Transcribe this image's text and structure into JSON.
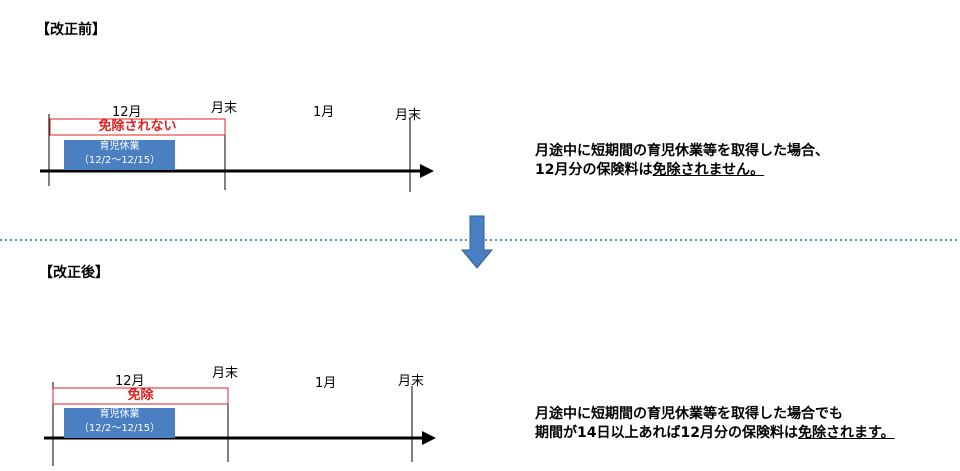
{
  "before": {
    "heading": "【改正前】",
    "month1": "12月",
    "month_end1": "月末",
    "month2": "1月",
    "month_end2": "月末",
    "status": "免除されない",
    "leave_title": "育児休業",
    "leave_range": "（12/2～12/15）",
    "desc_line1": "月途中に短期間の育児休業等を取得した場合、",
    "desc_line2_a": "12月分の保険料は",
    "desc_line2_b": "免除されません。"
  },
  "after": {
    "heading": "【改正後】",
    "month1": "12月",
    "month_end1": "月末",
    "month2": "1月",
    "month_end2": "月末",
    "status": "免除",
    "leave_title": "育児休業",
    "leave_range": "（12/2～12/15）",
    "desc_line1": "月途中に短期間の育児休業等を取得した場合でも",
    "desc_line2_a": "期間が14日以上あれば12月分の保険料は",
    "desc_line2_b": "免除されます。"
  },
  "colors": {
    "status_red": "#e0201f",
    "leave_blue": "#4a7fc1",
    "arrow_blue": "#4a7fc1",
    "divider_blue": "#5b8ecf"
  },
  "icons": {
    "transition": "down-arrow-icon"
  }
}
